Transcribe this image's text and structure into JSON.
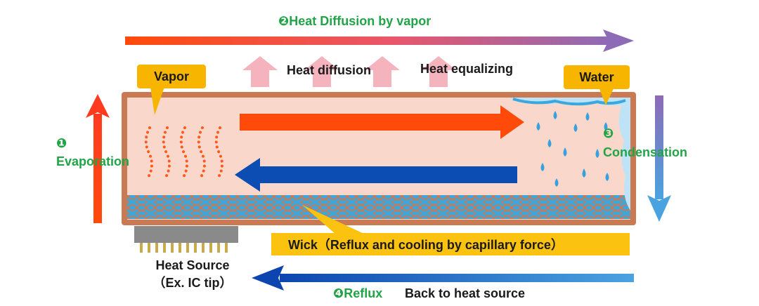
{
  "labels": {
    "top_arrow": "❷Heat Diffusion by vapor",
    "heat_diffusion": "Heat diffusion",
    "heat_equalizing": "Heat equalizing",
    "vapor": "Vapor",
    "water": "Water",
    "evaporation_num": "❶",
    "evaporation": "Evaporation",
    "condensation_num": "❸",
    "condensation": "Condensation",
    "wick": "Wick（Reflux and cooling  by  capillary force）",
    "heat_source_line1": "Heat Source",
    "heat_source_line2": "（Ex. IC tip）",
    "reflux": "❹Reflux",
    "back_to_source": "Back to heat source"
  },
  "colors": {
    "pipe_border": "#c97a52",
    "pipe_inner": "#f9d8cb",
    "hot_arrow": "#ff4a0a",
    "cool_arrow": "#0b4db3",
    "wick_blue": "#39a8e0",
    "water_drop": "#3a9fdc",
    "callout": "#f7b500",
    "label_green": "#21a447",
    "up_arrow_pink": "#f4b3bd",
    "heat_source_gray": "#8a8a8a",
    "pin_gold": "#c9a94a"
  }
}
